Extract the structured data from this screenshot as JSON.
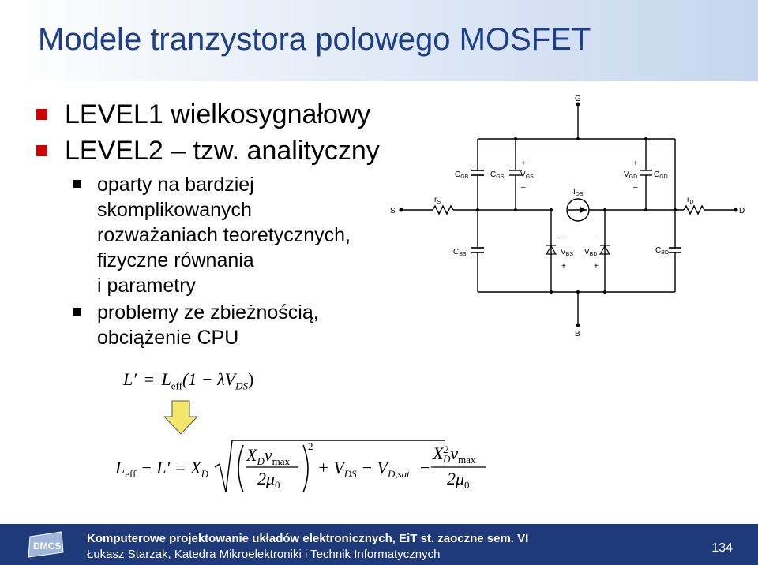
{
  "title": "Modele tranzystora polowego MOSFET",
  "bullets": [
    {
      "text": "LEVEL1 wielkosygnałowy"
    },
    {
      "text": "LEVEL2 – tzw. analityczny"
    }
  ],
  "sub_bullets": [
    {
      "text": "oparty na bardziej\nskomplikowanych\nrozważaniach teoretycznych,\nfizyczne równania\ni parametry"
    },
    {
      "text": "problemy ze zbieżnością,\nobciążenie CPU"
    }
  ],
  "circuit": {
    "labels": {
      "G": "G",
      "S": "S",
      "D": "D",
      "B": "B",
      "rS": "r",
      "rS_sub": "S",
      "rD": "r",
      "rD_sub": "D",
      "CGB": "C",
      "CGB_sub": "GB",
      "CGS": "C",
      "CGS_sub": "GS",
      "VGS": "V",
      "VGS_sub": "GS",
      "IDS": "I",
      "IDS_sub": "DS",
      "VGD": "V",
      "VGD_sub": "GD",
      "CGD": "C",
      "CGD_sub": "GD",
      "CBS": "C",
      "CBS_sub": "BS",
      "VBS": "V",
      "VBS_sub": "BS",
      "VBD": "V",
      "VBD_sub": "BD",
      "CBD": "C",
      "CBD_sub": "BD",
      "plus": "+",
      "minus": "–"
    }
  },
  "formula1": {
    "L_prime": "L′",
    "equals": "=",
    "L": "L",
    "eff": "eff",
    "rest": "(1 − λV",
    "DS": "DS",
    "close": ")"
  },
  "formula2": {
    "L": "L",
    "eff": "eff",
    "minus_Lp": " − L′ = X",
    "D": "D",
    "XD": "X",
    "XD_sub": "D",
    "v": "v",
    "max": "max",
    "two_mu": "2μ",
    "zero": "0",
    "sq": "2",
    "plus_V": "+ V",
    "DS": "DS",
    "minus_V": " − V",
    "Dsat": "D,sat",
    "minus": "−",
    "XD2": "X",
    "XD2_sup": "2",
    "XD2_sub": "D"
  },
  "footer": {
    "logo_text": "DMCS",
    "line1": "Komputerowe projektowanie układów elektronicznych, EiT st. zaoczne sem. VI",
    "line2": "Łukasz Starzak, Katedra Mikroelektroniki i Technik Informatycznych",
    "page": "134"
  },
  "colors": {
    "title": "#1c3f8c",
    "bullet_square": "#cc0000",
    "footer_bg": "#1f3a7a",
    "arrow_fill": "#f2e66b"
  }
}
